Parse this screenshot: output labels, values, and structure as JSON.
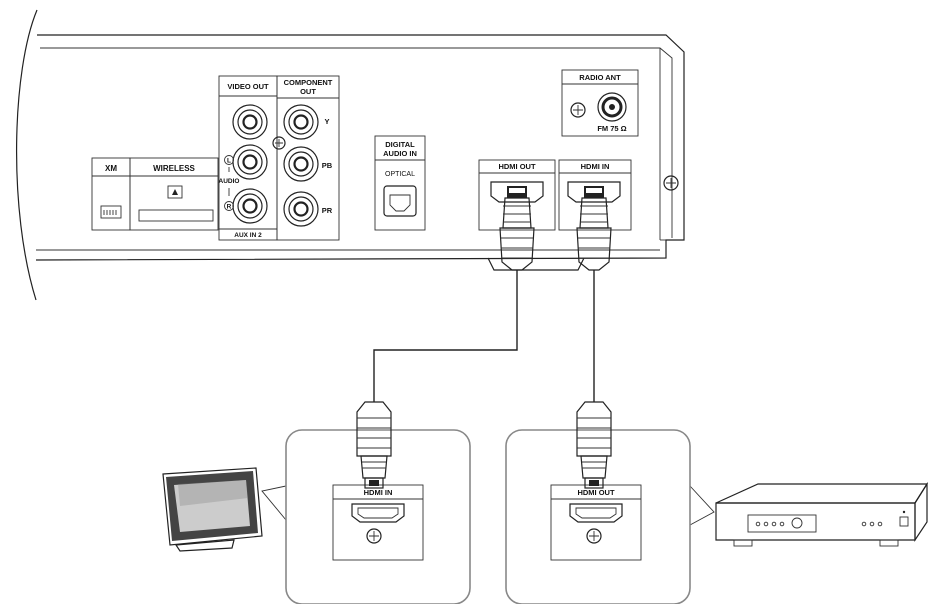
{
  "receiver_panel": {
    "xm": {
      "label": "XM"
    },
    "wireless": {
      "label": "WIRELESS"
    },
    "video_out": {
      "label": "VIDEO OUT"
    },
    "component_out": {
      "label_line1": "COMPONENT",
      "label_line2": "OUT",
      "y": "Y",
      "pb": "PB",
      "pr": "PR"
    },
    "audio": {
      "left": "L",
      "right": "R",
      "label": "AUDIO",
      "aux_in": "AUX IN 2"
    },
    "digital_audio_in": {
      "label_line1": "DIGITAL",
      "label_line2": "AUDIO IN",
      "optical": "OPTICAL"
    },
    "hdmi_out": {
      "label": "HDMI OUT"
    },
    "hdmi_in": {
      "label": "HDMI IN"
    },
    "radio_ant": {
      "label": "RADIO ANT",
      "fm": "FM 75 Ω"
    }
  },
  "tv_callout": {
    "port_label": "HDMI IN"
  },
  "source_callout": {
    "port_label": "HDMI OUT"
  }
}
